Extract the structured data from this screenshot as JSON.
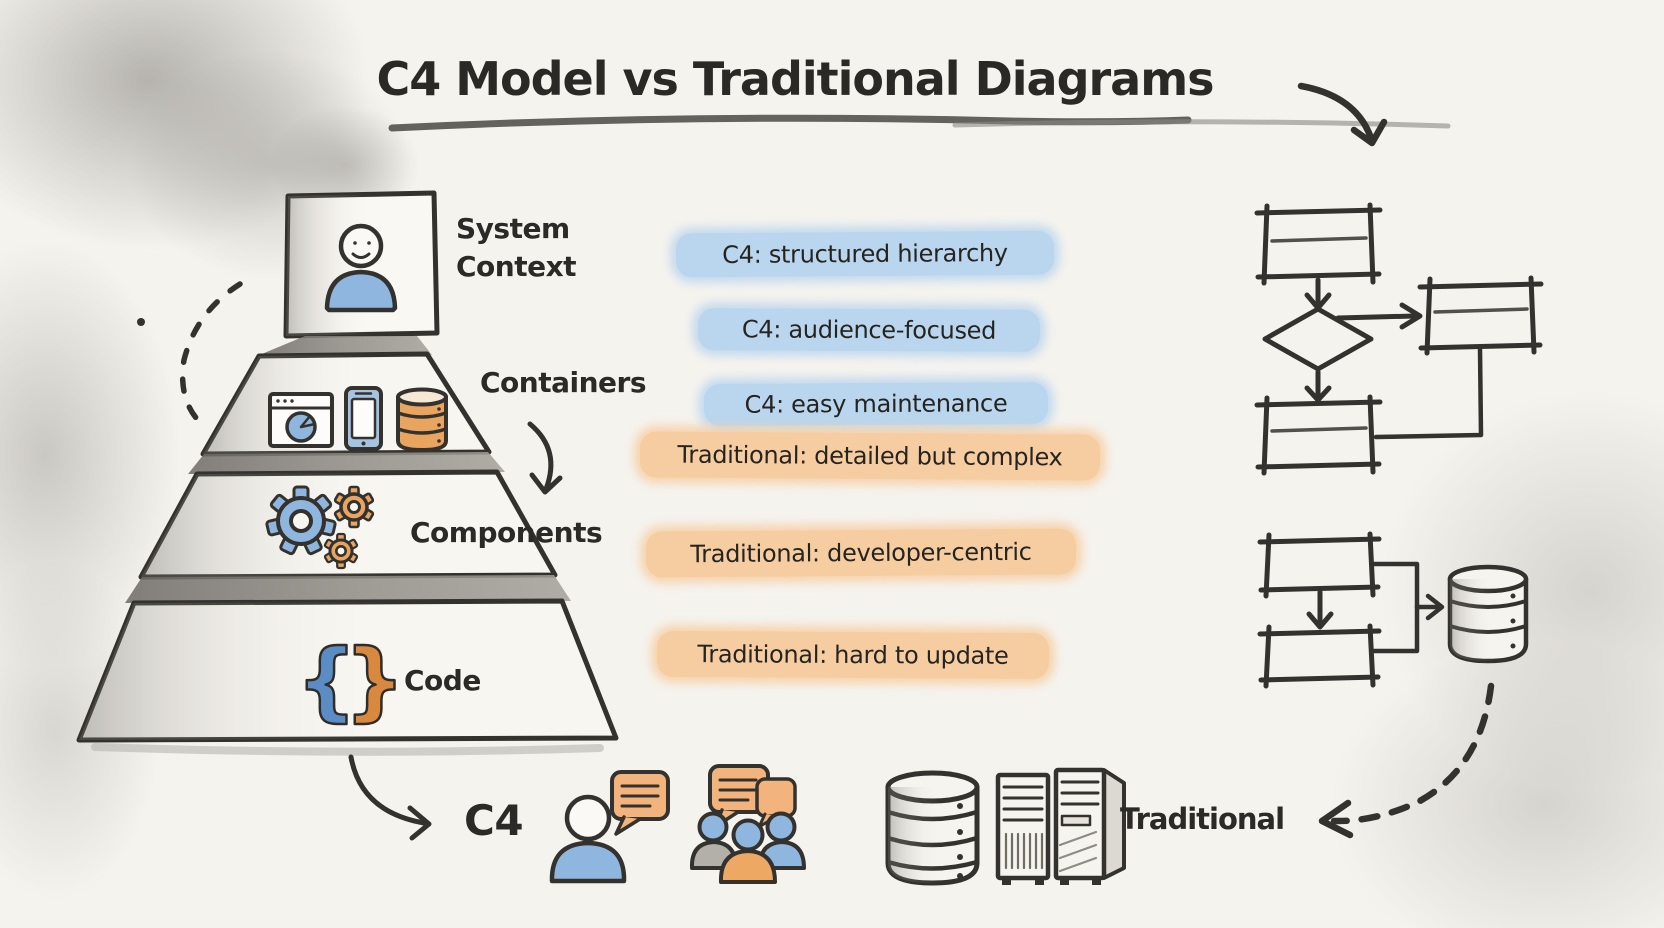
{
  "title": "C4 Model vs Traditional Diagrams",
  "pyramid": {
    "levels": [
      {
        "label": "System Context",
        "icon": "person-icon"
      },
      {
        "label": "Containers",
        "icons": [
          "browser-icon",
          "mobile-icon",
          "database-icon"
        ]
      },
      {
        "label": "Components",
        "icon": "gears-icon"
      },
      {
        "label": "Code",
        "icon": "code-braces-icon"
      }
    ]
  },
  "comparison": [
    {
      "side": "c4",
      "text": "C4: structured hierarchy"
    },
    {
      "side": "c4",
      "text": "C4: audience-focused"
    },
    {
      "side": "c4",
      "text": "C4: easy maintenance"
    },
    {
      "side": "traditional",
      "text": "Traditional: detailed but complex"
    },
    {
      "side": "traditional",
      "text": "Traditional: developer-centric"
    },
    {
      "side": "traditional",
      "text": "Traditional: hard to update"
    }
  ],
  "flowchart_sketches": {
    "top": [
      "box",
      "decision-diamond",
      "box",
      "box"
    ],
    "bottom": [
      "box",
      "box",
      "database-cylinder"
    ]
  },
  "bottom_row": {
    "c4_label": "C4",
    "traditional_label": "Traditional",
    "icons": [
      "user-speech-icon",
      "user-group-icon",
      "database-cylinder-icon",
      "server-rack-icon"
    ]
  },
  "icons": {
    "brace_open": "{",
    "brace_close": "}"
  },
  "colors": {
    "paper": "#f5f3ee",
    "ink": "#34322e",
    "c4_blue": "#8fb6de",
    "traditional_orange": "#e9a55f",
    "c4_highlight": "#b9d6ee",
    "traditional_highlight": "#f6cda1"
  }
}
